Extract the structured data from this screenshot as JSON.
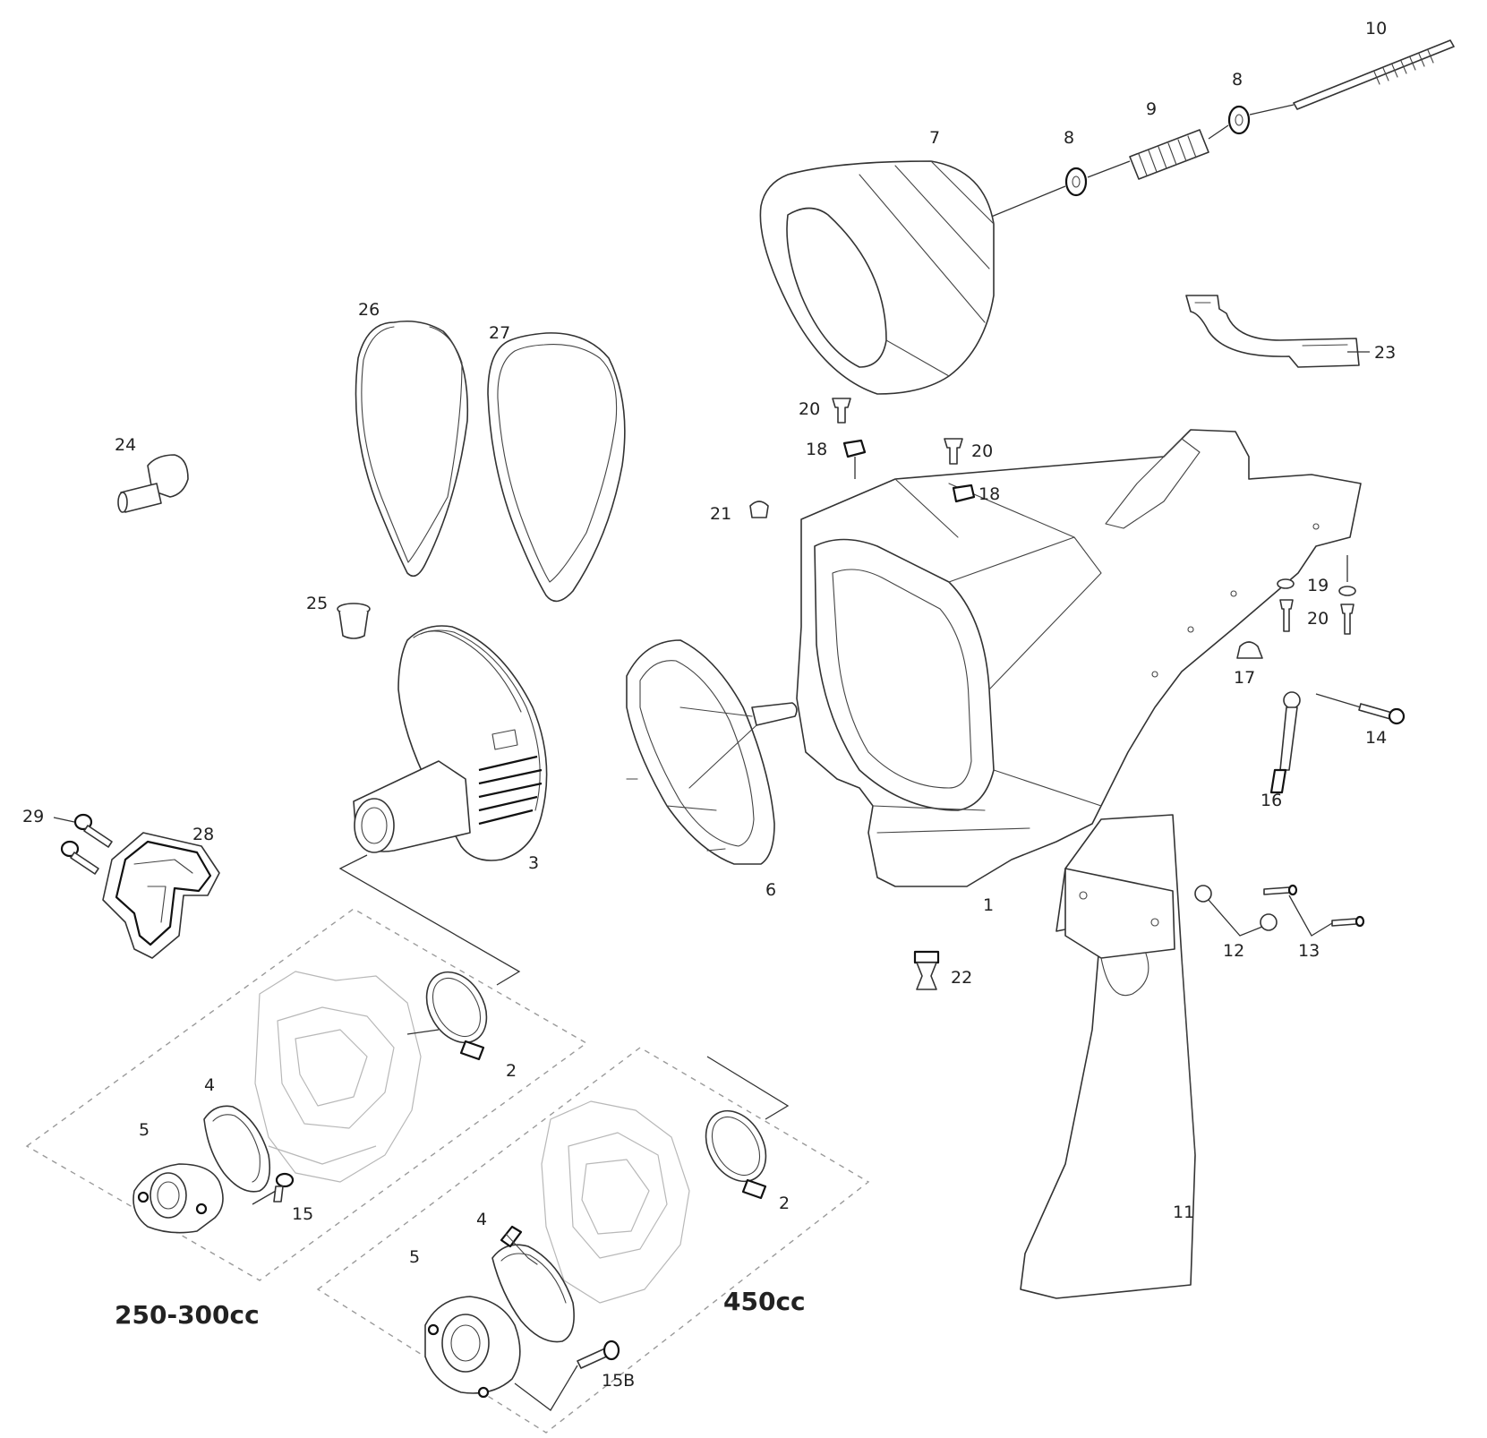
{
  "callouts": {
    "c1": "1",
    "c2a": "2",
    "c2b": "2",
    "c3": "3",
    "c4a": "4",
    "c4b": "4",
    "c5a": "5",
    "c5b": "5",
    "c6": "6",
    "c7": "7",
    "c8a": "8",
    "c8b": "8",
    "c9": "9",
    "c10": "10",
    "c11": "11",
    "c12": "12",
    "c13": "13",
    "c14": "14",
    "c15": "15",
    "c15b": "15B",
    "c16": "16",
    "c17": "17",
    "c18a": "18",
    "c18b": "18",
    "c19": "19",
    "c20a": "20",
    "c20b": "20",
    "c20c": "20",
    "c21": "21",
    "c22": "22",
    "c23": "23",
    "c24": "24",
    "c25": "25",
    "c26": "26",
    "c27": "27",
    "c28": "28",
    "c29": "29"
  },
  "variants": {
    "small": "250-300cc",
    "large": "450cc"
  },
  "colors": {
    "line": "#333333",
    "ghost": "#b8b8b8",
    "text": "#222222"
  }
}
